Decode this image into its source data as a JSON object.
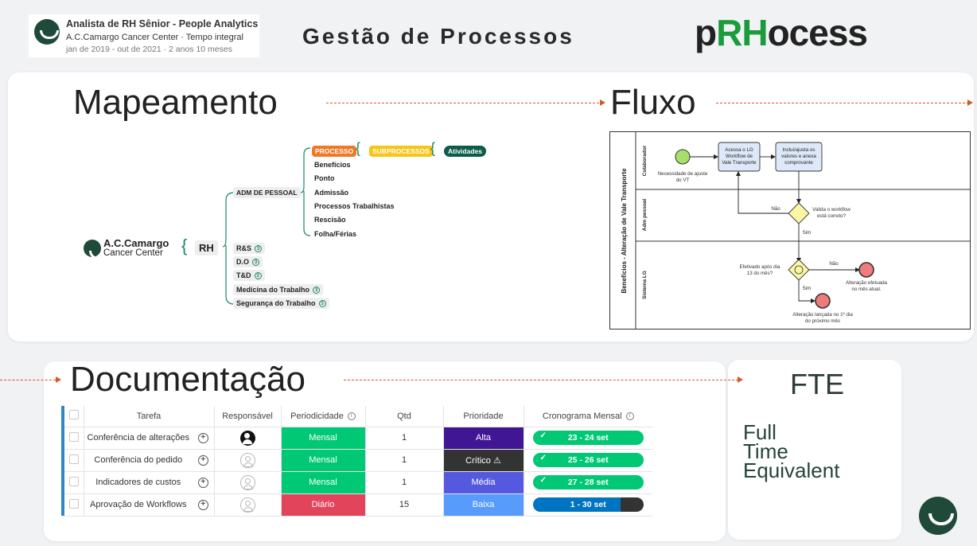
{
  "profile": {
    "title": "Analista de RH Sênior - People Analytics",
    "org": "A.C.Camargo Cancer Center · Tempo integral",
    "dates": "jan de 2019 - out de 2021 · 2 anos 10 meses"
  },
  "header": {
    "title": "Gestão de Processos",
    "brand_p": "p",
    "brand_rh": "RH",
    "brand_rest": "ocess"
  },
  "sections": {
    "mapeamento": "Mapeamento",
    "fluxo": "Fluxo",
    "documentacao": "Documentação",
    "fte": "FTE",
    "fte_lines": [
      "Full",
      "Time",
      "Equivalent"
    ]
  },
  "mindmap": {
    "org_name": "A.C.Camargo",
    "org_sub": "Cancer Center",
    "root": "RH",
    "branch": "ADM DE PESSOAL",
    "legend": [
      "PROCESSO",
      "SUBPROCESSOS",
      "Atividades"
    ],
    "subprocesses": [
      "Benefícios",
      "Ponto",
      "Admissão",
      "Processos Trabalhistas",
      "Rescisão",
      "Folha/Férias"
    ],
    "others": [
      {
        "label": "R&S",
        "count": "3"
      },
      {
        "label": "D.O",
        "count": "3"
      },
      {
        "label": "T&D",
        "count": "3"
      },
      {
        "label": "Medicina do Trabalho",
        "count": "3"
      },
      {
        "label": "Segurança do Trabalho",
        "count": "3"
      }
    ],
    "colors": {
      "process": "#f07826",
      "subprocess": "#f5c518",
      "activity": "#0d5c4a",
      "line": "#1a8a5a"
    }
  },
  "flow": {
    "pool": "Benefícios - Alteração de Vale Transporte",
    "lanes": [
      "Colaborador",
      "Adm pessoal",
      "Sistema LG"
    ],
    "start_label_1": "Necessidade de ajuste",
    "start_label_2": "do VT",
    "task1": [
      "Acessa o LG",
      "Workflow de",
      "Vale Transporte"
    ],
    "task2": [
      "Inclui/ajusta os",
      "valores e anexa",
      "comprovante"
    ],
    "gateway1": [
      "Valida o workflow",
      "está correto?"
    ],
    "gateway2": [
      "Efetivado após dia",
      "13 do mês?"
    ],
    "no": "Não",
    "yes": "Sim",
    "end1": [
      "Alteração efetuada",
      "no mês atual."
    ],
    "end2": [
      "Alteração lançada no 1º dia",
      "do próximo mês"
    ]
  },
  "table": {
    "headers": [
      "Tarefa",
      "Responsável",
      "Periodicidade",
      "Qtd",
      "Prioridade",
      "Cronograma Mensal"
    ],
    "rows": [
      {
        "task": "Conferência de alterações",
        "period": "Mensal",
        "qty": "1",
        "priority": "Alta",
        "timeline": "23 - 24 set"
      },
      {
        "task": "Conferência do pedido",
        "period": "Mensal",
        "qty": "1",
        "priority": "Crítico ⚠",
        "timeline": "25 - 26 set"
      },
      {
        "task": "Indicadores de custos",
        "period": "Mensal",
        "qty": "1",
        "priority": "Média",
        "timeline": "27 - 28 set"
      },
      {
        "task": "Aprovação de Workflows",
        "period": "Diário",
        "qty": "15",
        "priority": "Baixa",
        "timeline": "1 - 30 set"
      }
    ],
    "colors": {
      "mensal": "#00c875",
      "diario": "#e2445c",
      "alta": "#401694",
      "critico": "#333333",
      "media": "#5559df",
      "baixa": "#579bfc",
      "timeline_done": "#00c875",
      "timeline_active": "#0073c2"
    }
  }
}
